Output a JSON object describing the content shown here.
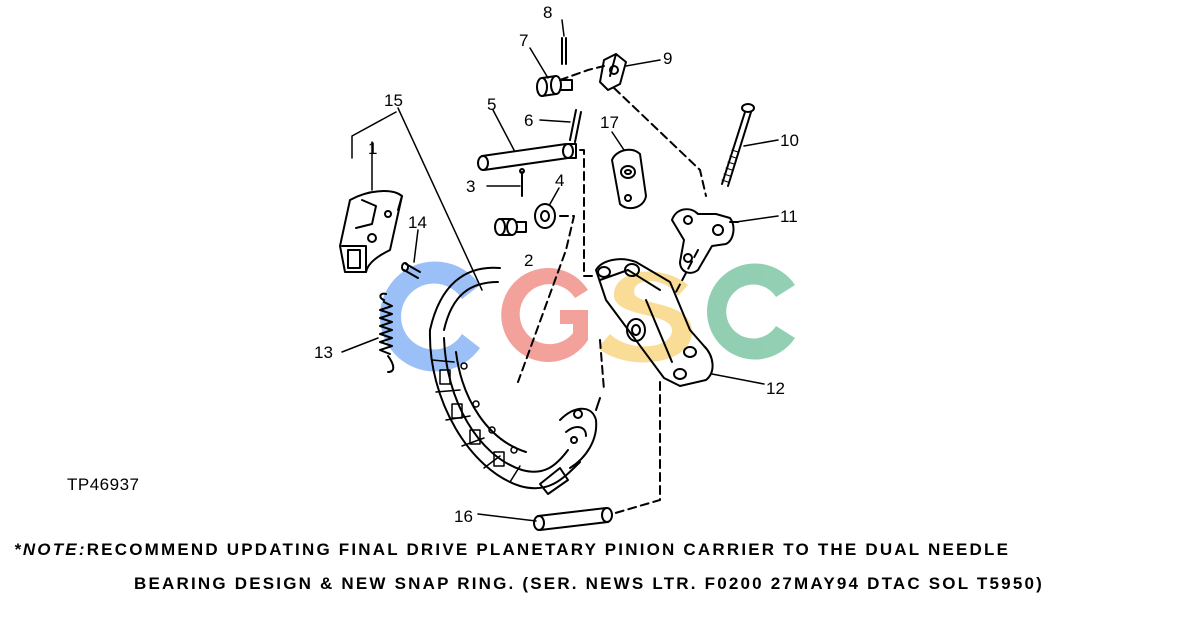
{
  "figure": {
    "id": "TP46937",
    "callouts": [
      "1",
      "2",
      "3",
      "4",
      "5",
      "6",
      "7",
      "8",
      "9",
      "10",
      "11",
      "12",
      "13",
      "14",
      "15",
      "16",
      "17"
    ]
  },
  "note": {
    "prefix": "*NOTE:",
    "line1": "RECOMMEND UPDATING FINAL DRIVE PLANETARY PINION CARRIER TO THE DUAL NEEDLE",
    "line2": "BEARING DESIGN & NEW SNAP RING. (SER. NEWS LTR. F0200 27MAY94 DTAC SOL T5950)"
  },
  "watermark": {
    "letters": [
      "C",
      "G",
      "S",
      "C"
    ],
    "colors": [
      "#4a8cf2",
      "#e8574b",
      "#f5c242",
      "#3aa874"
    ]
  },
  "colors": {
    "line": "#000000",
    "background": "#ffffff"
  }
}
